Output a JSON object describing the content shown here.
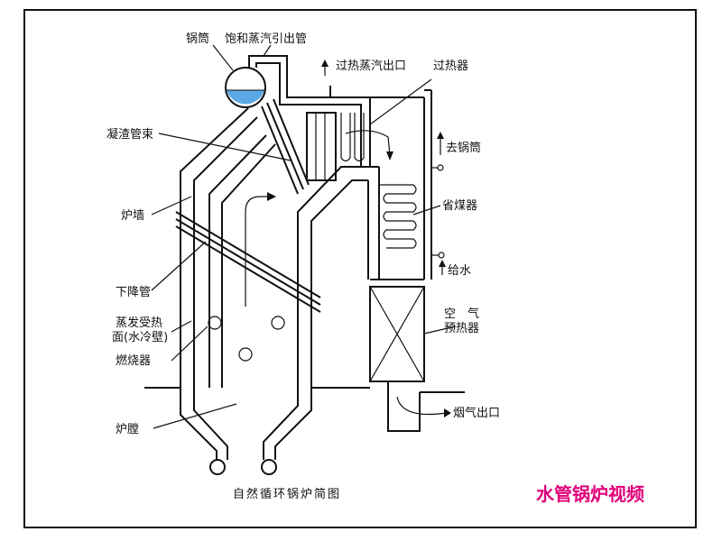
{
  "labels": {
    "drum": "锅筒",
    "sat_pipe": "饱和蒸汽引出管",
    "sh_outlet": "过热蒸汽出口",
    "superheater": "过热器",
    "slag_screen": "凝渣管束",
    "to_drum": "去锅筒",
    "economizer": "省煤器",
    "furnace_wall": "炉墙",
    "feedwater": "给水",
    "downcomer": "下降管",
    "air_heater_1": "空　气",
    "air_heater_2": "预热器",
    "evap_1": "蒸发受热",
    "evap_2": "面(水冷壁)",
    "burner": "燃烧器",
    "flue_outlet": "烟气出口",
    "chamber": "炉膛"
  },
  "caption": "自然循环锅炉简图",
  "brand": "水管锅炉视频",
  "colors": {
    "brand": "#e0007a",
    "water": "#5aa9e6",
    "line": "#111111"
  }
}
